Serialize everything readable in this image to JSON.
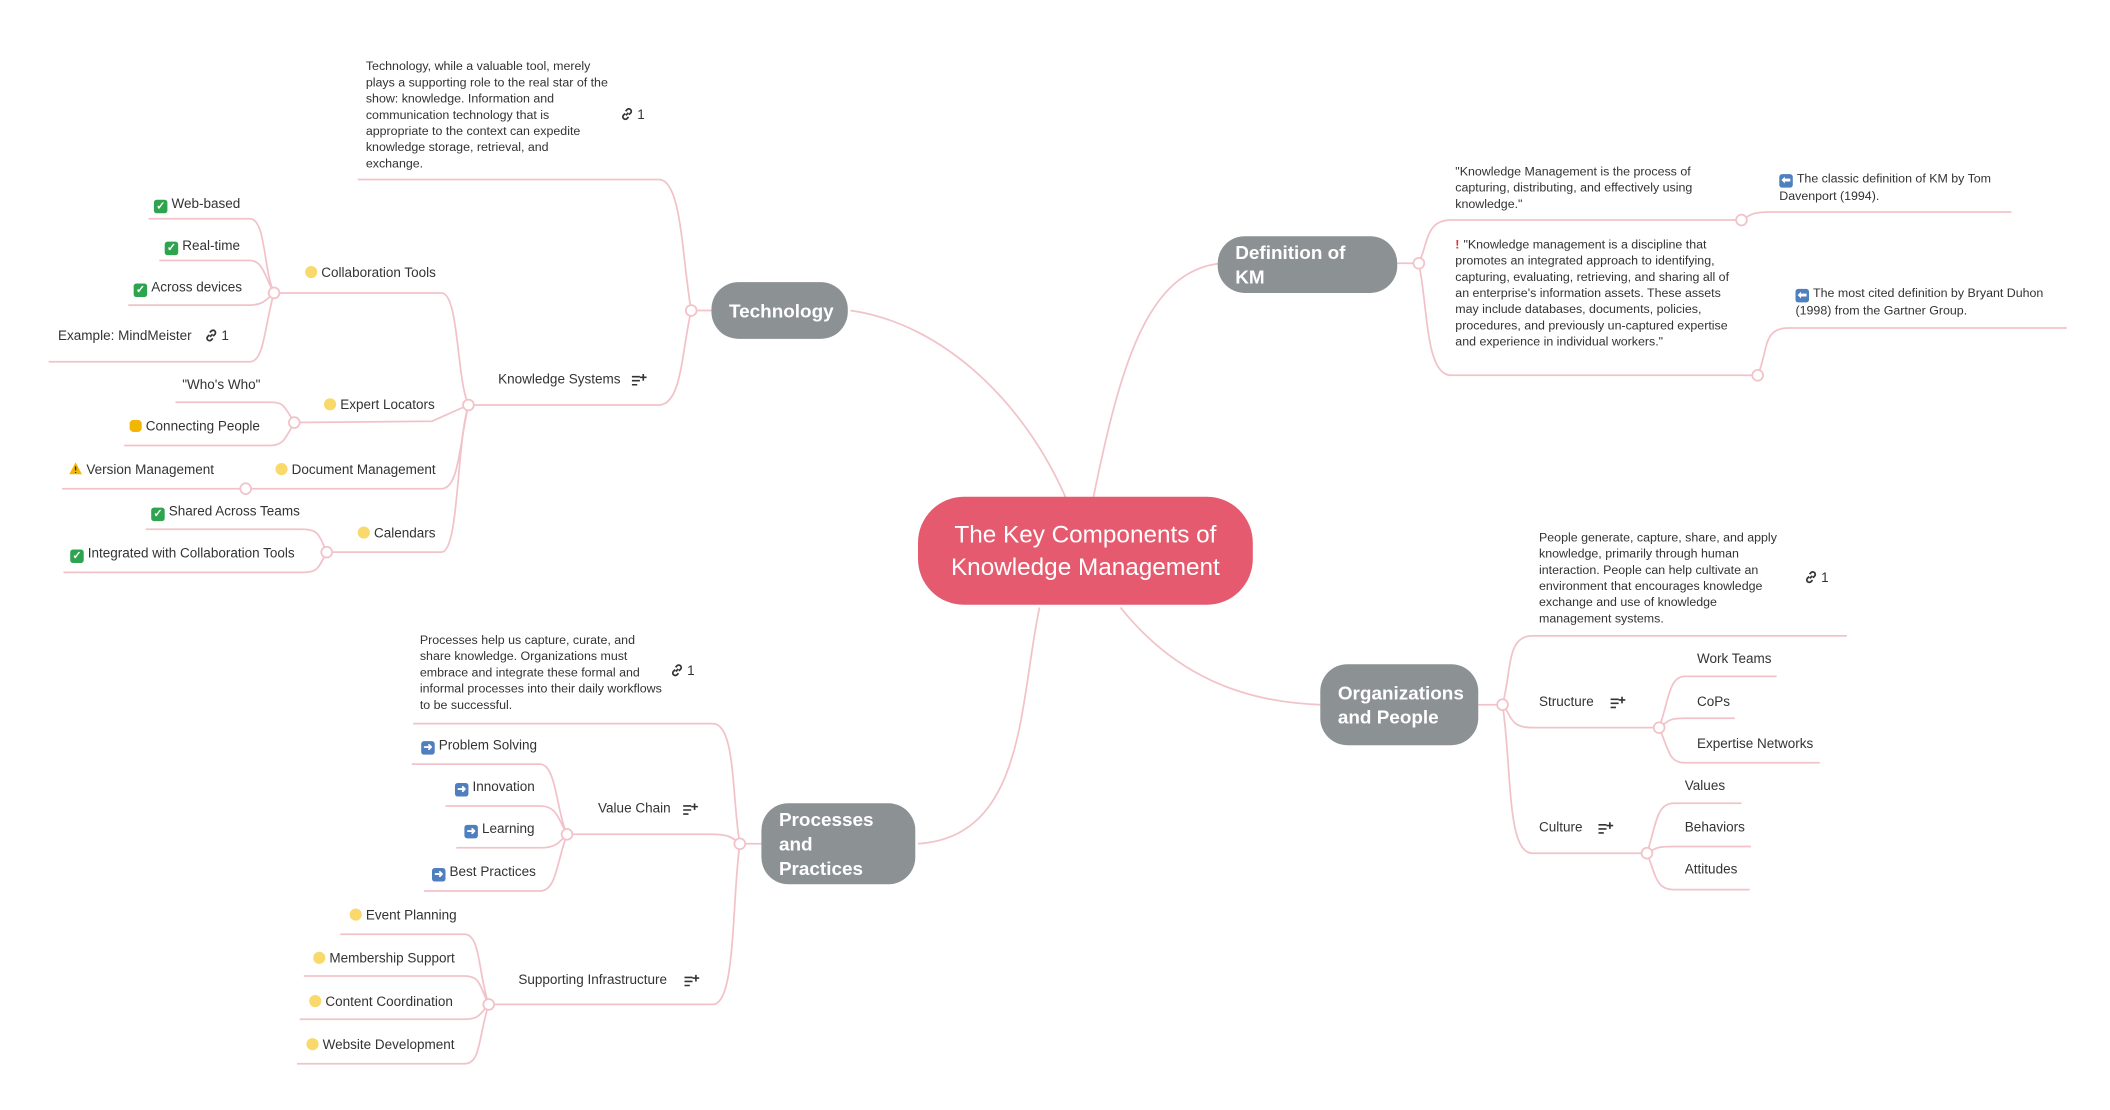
{
  "colors": {
    "center_fill": "#e55a6e",
    "branch_fill": "#8c9194",
    "connector": "#f1c3c9",
    "check_icon": "#2ea44f",
    "arrow_icon": "#4f7fbf",
    "priority_icon": "#e03131",
    "warning_icon": "#f2b705",
    "dot_marker": "#f9d96b",
    "text": "#333333"
  },
  "center": {
    "line1": "The Key Components of",
    "line2": "Knowledge Management"
  },
  "technology": {
    "label": "Technology",
    "note": "Technology, while a valuable tool, merely plays a supporting role to the real star of the show: knowledge. Information and communication technology that is appropriate to the context can expedite knowledge storage, retrieval, and exchange.",
    "note_links": "1",
    "knowledge_systems": {
      "label": "Knowledge Systems",
      "collaboration_tools": {
        "label": "Collaboration Tools",
        "items": [
          "Web-based",
          "Real-time",
          "Across devices"
        ],
        "example": "Example: MindMeister",
        "example_links": "1"
      },
      "expert_locators": {
        "label": "Expert Locators",
        "items": [
          "\"Who's Who\"",
          "Connecting People"
        ]
      },
      "document_management": {
        "label": "Document Management",
        "items": [
          "Version Management"
        ]
      },
      "calendars": {
        "label": "Calendars",
        "items": [
          "Shared Across Teams",
          "Integrated with Collaboration Tools"
        ]
      }
    }
  },
  "processes": {
    "label_line1": "Processes",
    "label_line2": "and Practices",
    "note": "Processes help us capture, curate, and share knowledge. Organizations must embrace and integrate these formal and informal processes into their daily workflows to be successful.",
    "note_links": "1",
    "value_chain": {
      "label": "Value Chain",
      "items": [
        "Problem Solving",
        "Innovation",
        "Learning",
        "Best Practices"
      ]
    },
    "supporting_infrastructure": {
      "label": "Supporting Infrastructure",
      "items": [
        "Event Planning",
        "Membership Support",
        "Content Coordination",
        "Website Development"
      ]
    }
  },
  "definition": {
    "label": "Definition of KM",
    "quote1": "\"Knowledge Management is the process of capturing, distributing, and effectively using knowledge.\"",
    "quote1_source": "The classic definition of KM by Tom Davenport (1994).",
    "quote2": "\"Knowledge management is a discipline that promotes an integrated approach to identifying, capturing, evaluating, retrieving, and sharing all of an enterprise's information assets. These assets may include databases, documents, policies, procedures, and previously un-captured expertise and experience in individual workers.\"",
    "quote2_source": "The most cited definition by Bryant Duhon (1998) from the Gartner Group."
  },
  "organizations": {
    "label_line1": "Organizations",
    "label_line2": "and People",
    "note": "People generate, capture, share, and apply knowledge, primarily through human interaction. People can help cultivate an environment that encourages knowledge exchange and use of knowledge management systems.",
    "note_links": "1",
    "structure": {
      "label": "Structure",
      "items": [
        "Work Teams",
        "CoPs",
        "Expertise Networks"
      ]
    },
    "culture": {
      "label": "Culture",
      "items": [
        "Values",
        "Behaviors",
        "Attitudes"
      ]
    }
  }
}
